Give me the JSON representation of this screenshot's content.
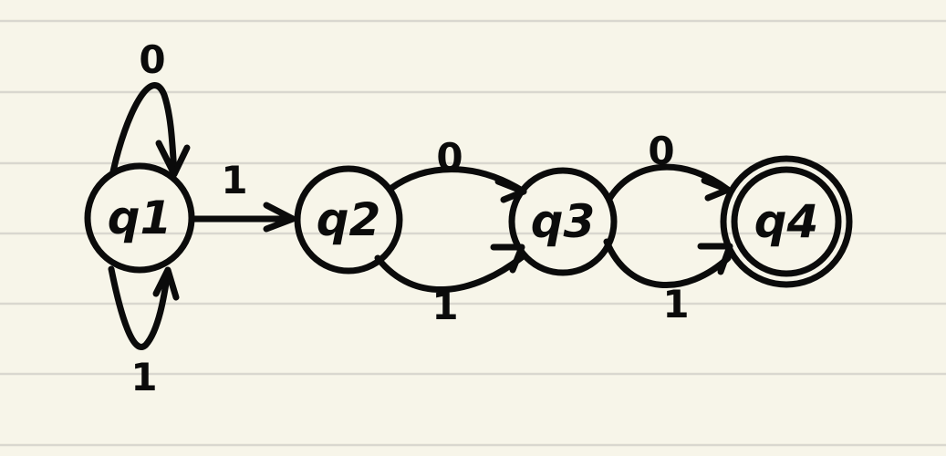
{
  "diagram": {
    "type": "finite-automaton",
    "states": [
      {
        "id": "q1",
        "label": "q1",
        "accepting": false
      },
      {
        "id": "q2",
        "label": "q2",
        "accepting": false
      },
      {
        "id": "q3",
        "label": "q3",
        "accepting": false
      },
      {
        "id": "q4",
        "label": "q4",
        "accepting": true
      }
    ],
    "transitions": [
      {
        "from": "q1",
        "to": "q1",
        "symbol": "0"
      },
      {
        "from": "q1",
        "to": "q1",
        "symbol": "1"
      },
      {
        "from": "q1",
        "to": "q2",
        "symbol": "1"
      },
      {
        "from": "q2",
        "to": "q3",
        "symbol": "0"
      },
      {
        "from": "q2",
        "to": "q3",
        "symbol": "1"
      },
      {
        "from": "q3",
        "to": "q4",
        "symbol": "0"
      },
      {
        "from": "q3",
        "to": "q4",
        "symbol": "1"
      }
    ]
  },
  "colors": {
    "paper": "#f7f5e9",
    "ruled_line": "#d9d7cf",
    "ink": "#0b0b0b"
  }
}
